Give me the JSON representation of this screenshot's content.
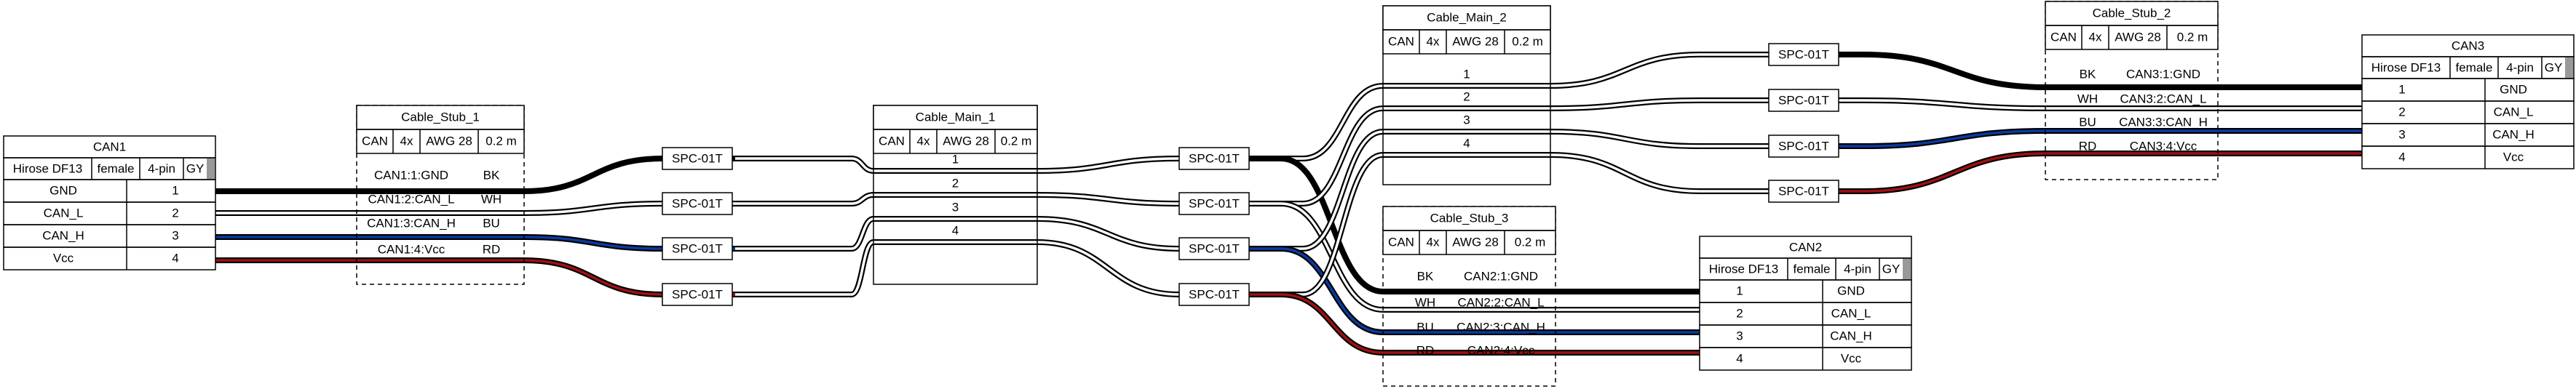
{
  "colors": {
    "BK": "#000000",
    "WH": "#ffffff",
    "BU": "#0a3aa0",
    "RD": "#a01010",
    "GY": "#999999",
    "outline": "#000000",
    "background": "#ffffff"
  },
  "connectors": [
    {
      "id": "CAN1",
      "name": "CAN1",
      "attrs": [
        "Hirose DF13",
        "female",
        "4-pin",
        "GY"
      ],
      "pins": [
        {
          "name": "GND",
          "num": "1"
        },
        {
          "name": "CAN_L",
          "num": "2"
        },
        {
          "name": "CAN_H",
          "num": "3"
        },
        {
          "name": "Vcc",
          "num": "4"
        }
      ]
    },
    {
      "id": "CAN2",
      "name": "CAN2",
      "attrs": [
        "Hirose DF13",
        "female",
        "4-pin",
        "GY"
      ],
      "pins": [
        {
          "num": "1",
          "name": "GND"
        },
        {
          "num": "2",
          "name": "CAN_L"
        },
        {
          "num": "3",
          "name": "CAN_H"
        },
        {
          "num": "4",
          "name": "Vcc"
        }
      ]
    },
    {
      "id": "CAN3",
      "name": "CAN3",
      "attrs": [
        "Hirose DF13",
        "female",
        "4-pin",
        "GY"
      ],
      "pins": [
        {
          "num": "1",
          "name": "GND"
        },
        {
          "num": "2",
          "name": "CAN_L"
        },
        {
          "num": "3",
          "name": "CAN_H"
        },
        {
          "num": "4",
          "name": "Vcc"
        }
      ]
    }
  ],
  "cables": [
    {
      "id": "stub1",
      "name": "Cable_Stub_1",
      "attrs": [
        "CAN",
        "4x",
        "AWG 28",
        "0.2 m"
      ],
      "wires": [
        {
          "label": "CAN1:1:GND",
          "color": "BK"
        },
        {
          "label": "CAN1:2:CAN_L",
          "color": "WH"
        },
        {
          "label": "CAN1:3:CAN_H",
          "color": "BU"
        },
        {
          "label": "CAN1:4:Vcc",
          "color": "RD"
        }
      ]
    },
    {
      "id": "main1",
      "name": "Cable_Main_1",
      "attrs": [
        "CAN",
        "4x",
        "AWG 28",
        "0.2 m"
      ],
      "wires": [
        {
          "label": "1"
        },
        {
          "label": "2"
        },
        {
          "label": "3"
        },
        {
          "label": "4"
        }
      ]
    },
    {
      "id": "main2",
      "name": "Cable_Main_2",
      "attrs": [
        "CAN",
        "4x",
        "AWG 28",
        "0.2 m"
      ],
      "wires": [
        {
          "label": "1"
        },
        {
          "label": "2"
        },
        {
          "label": "3"
        },
        {
          "label": "4"
        }
      ]
    },
    {
      "id": "stub3",
      "name": "Cable_Stub_3",
      "attrs": [
        "CAN",
        "4x",
        "AWG 28",
        "0.2 m"
      ],
      "wires": [
        {
          "color": "BK",
          "label": "CAN2:1:GND"
        },
        {
          "color": "WH",
          "label": "CAN2:2:CAN_L"
        },
        {
          "color": "BU",
          "label": "CAN2:3:CAN_H"
        },
        {
          "color": "RD",
          "label": "CAN2:4:Vcc"
        }
      ]
    },
    {
      "id": "stub2",
      "name": "Cable_Stub_2",
      "attrs": [
        "CAN",
        "4x",
        "AWG 28",
        "0.2 m"
      ],
      "wires": [
        {
          "color": "BK",
          "label": "CAN3:1:GND"
        },
        {
          "color": "WH",
          "label": "CAN3:2:CAN_L"
        },
        {
          "color": "BU",
          "label": "CAN3:3:CAN_H"
        },
        {
          "color": "RD",
          "label": "CAN3:4:Vcc"
        }
      ]
    }
  ],
  "splices": {
    "label": "SPC-01T",
    "groups": [
      {
        "id": "spliceA",
        "count": 4
      },
      {
        "id": "spliceB",
        "count": 4
      },
      {
        "id": "spliceC",
        "count": 4
      }
    ]
  }
}
